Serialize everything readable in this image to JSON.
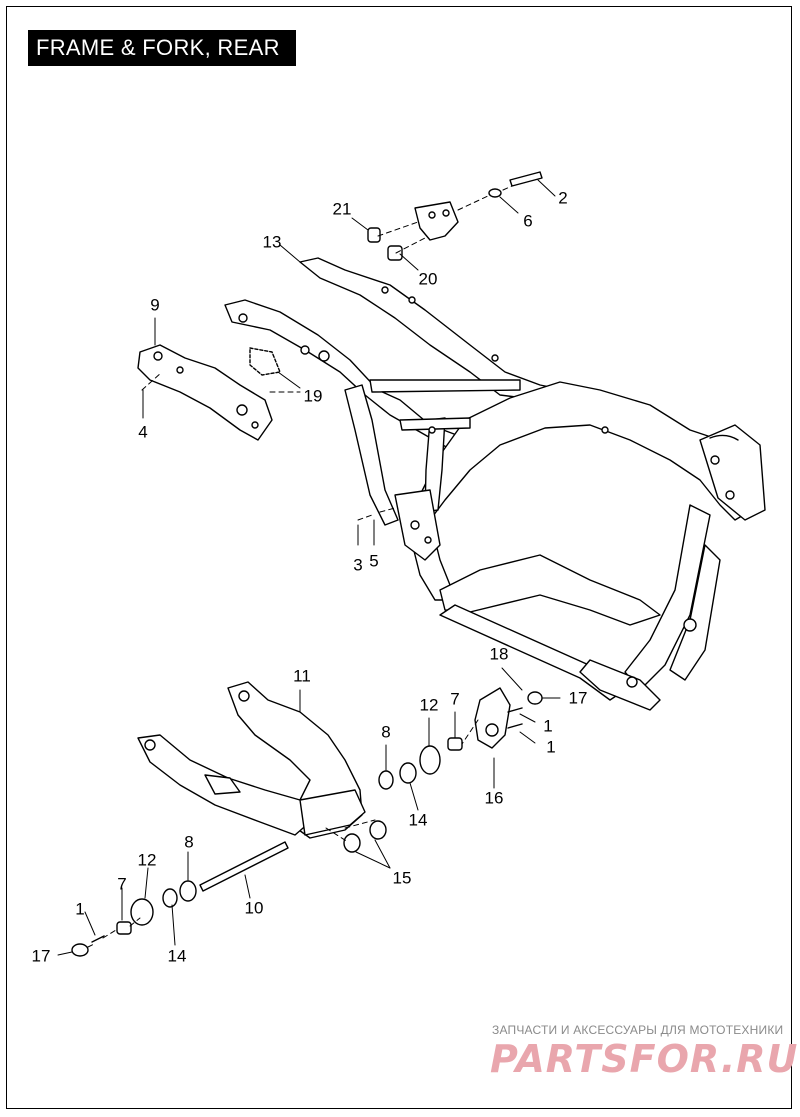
{
  "page": {
    "title": "FRAME & FORK, REAR"
  },
  "callouts": [
    {
      "id": "c-2",
      "label": "2"
    },
    {
      "id": "c-21",
      "label": "21"
    },
    {
      "id": "c-6",
      "label": "6"
    },
    {
      "id": "c-13",
      "label": "13"
    },
    {
      "id": "c-20",
      "label": "20"
    },
    {
      "id": "c-9",
      "label": "9"
    },
    {
      "id": "c-19",
      "label": "19"
    },
    {
      "id": "c-4",
      "label": "4"
    },
    {
      "id": "c-3",
      "label": "3"
    },
    {
      "id": "c-5",
      "label": "5"
    },
    {
      "id": "c-11",
      "label": "11"
    },
    {
      "id": "c-18",
      "label": "18"
    },
    {
      "id": "c-17a",
      "label": "17"
    },
    {
      "id": "c-1a",
      "label": "1"
    },
    {
      "id": "c-1b",
      "label": "1"
    },
    {
      "id": "c-7a",
      "label": "7"
    },
    {
      "id": "c-12a",
      "label": "12"
    },
    {
      "id": "c-8a",
      "label": "8"
    },
    {
      "id": "c-14a",
      "label": "14"
    },
    {
      "id": "c-16",
      "label": "16"
    },
    {
      "id": "c-15",
      "label": "15"
    },
    {
      "id": "c-8b",
      "label": "8"
    },
    {
      "id": "c-12b",
      "label": "12"
    },
    {
      "id": "c-7b",
      "label": "7"
    },
    {
      "id": "c-10",
      "label": "10"
    },
    {
      "id": "c-1c",
      "label": "1"
    },
    {
      "id": "c-17b",
      "label": "17"
    },
    {
      "id": "c-14b",
      "label": "14"
    }
  ],
  "watermark": {
    "caption": "ЗАПЧАСТИ И АКСЕССУАРЫ ДЛЯ МОТОТЕХНИКИ",
    "logo": "PARTSFOR.RU"
  }
}
